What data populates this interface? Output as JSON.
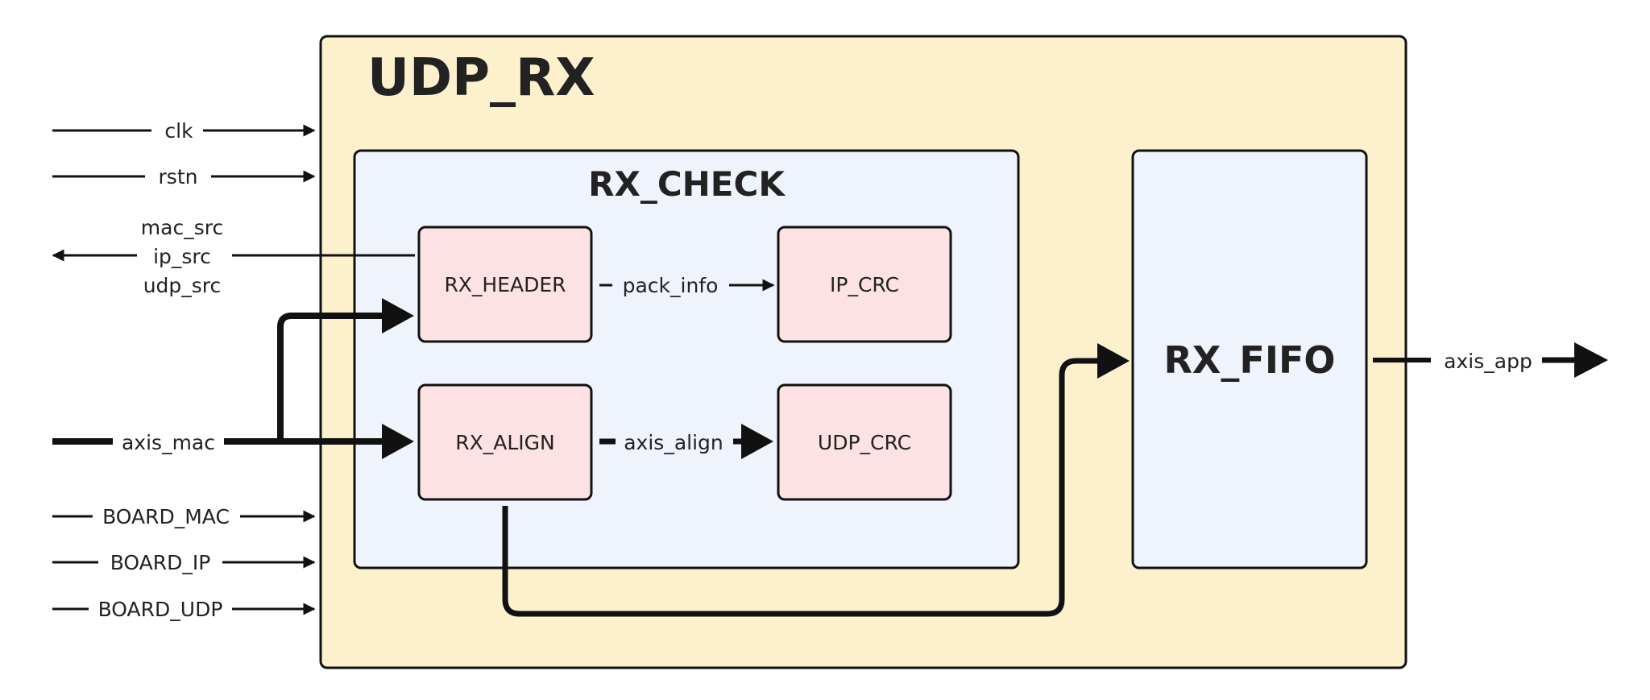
{
  "colors": {
    "outer_fill": "#FDF0CC",
    "check_fill": "#EEF3FC",
    "sub_fill": "#FDE2E4",
    "fifo_fill": "#EEF3FC",
    "stroke": "#111111",
    "text": "#222222"
  },
  "blocks": {
    "udp_rx": "UDP_RX",
    "rx_check": "RX_CHECK",
    "rx_header": "RX_HEADER",
    "ip_crc": "IP_CRC",
    "rx_align": "RX_ALIGN",
    "udp_crc": "UDP_CRC",
    "rx_fifo": "RX_FIFO"
  },
  "signals": {
    "clk": "clk",
    "rstn": "rstn",
    "mac_src": "mac_src",
    "ip_src": "ip_src",
    "udp_src": "udp_src",
    "axis_mac": "axis_mac",
    "board_mac": "BOARD_MAC",
    "board_ip": "BOARD_IP",
    "board_udp": "BOARD_UDP",
    "pack_info": "pack_info",
    "axis_align": "axis_align",
    "axis_app": "axis_app"
  }
}
